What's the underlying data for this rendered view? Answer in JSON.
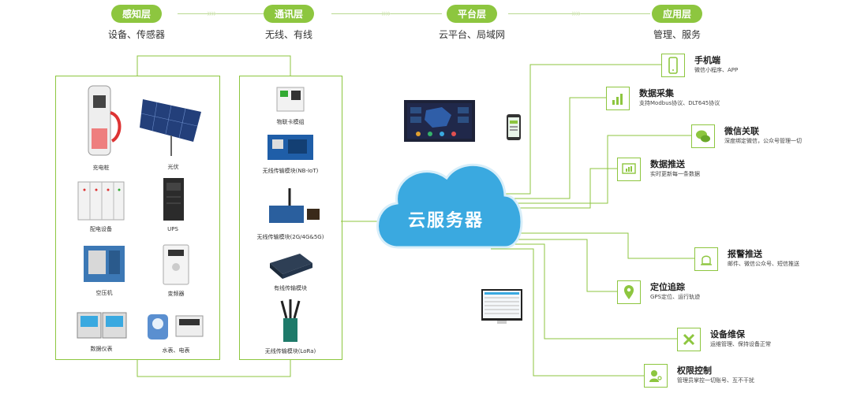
{
  "layers": [
    {
      "name": "感知层",
      "sub": "设备、传感器"
    },
    {
      "name": "通讯层",
      "sub": "无线、有线"
    },
    {
      "name": "平台层",
      "sub": "云平台、局域网"
    },
    {
      "name": "应用层",
      "sub": "管理、服务"
    }
  ],
  "devices": [
    "充电桩",
    "光伏",
    "配电设备",
    "UPS",
    "空压机",
    "变频器",
    "数据仪表",
    "水表、电表"
  ],
  "comm_modules": [
    "物联卡模组",
    "无线传输模块(NB-IoT)",
    "无线传输模块(2G/4G&5G)",
    "有线传输模块",
    "无线传输模块(LoRa)"
  ],
  "cloud": "云服务器",
  "services": [
    {
      "title": "手机端",
      "desc": "微信小程序、APP",
      "icon": "phone-icon"
    },
    {
      "title": "数据采集",
      "desc": "支持Modbus协议、DLT645协议",
      "icon": "bar-chart-icon"
    },
    {
      "title": "微信关联",
      "desc": "深度绑定微信，公众号管理一切",
      "icon": "wechat-icon"
    },
    {
      "title": "数据推送",
      "desc": "实时更新每一条数据",
      "icon": "monitor-chart-icon"
    },
    {
      "title": "报警推送",
      "desc": "邮件、微信公众号、短信推送",
      "icon": "alarm-icon"
    },
    {
      "title": "定位追踪",
      "desc": "GPS定位、运行轨迹",
      "icon": "location-pin-icon"
    },
    {
      "title": "设备维保",
      "desc": "运维管理、保持设备正常",
      "icon": "tools-icon"
    },
    {
      "title": "权限控制",
      "desc": "管理员掌控一切账号、互不干扰",
      "icon": "key-user-icon"
    }
  ],
  "colors": {
    "accent": "#8dc63f",
    "cloud": "#3aa9e0",
    "chevron": "#d6e8bd"
  }
}
